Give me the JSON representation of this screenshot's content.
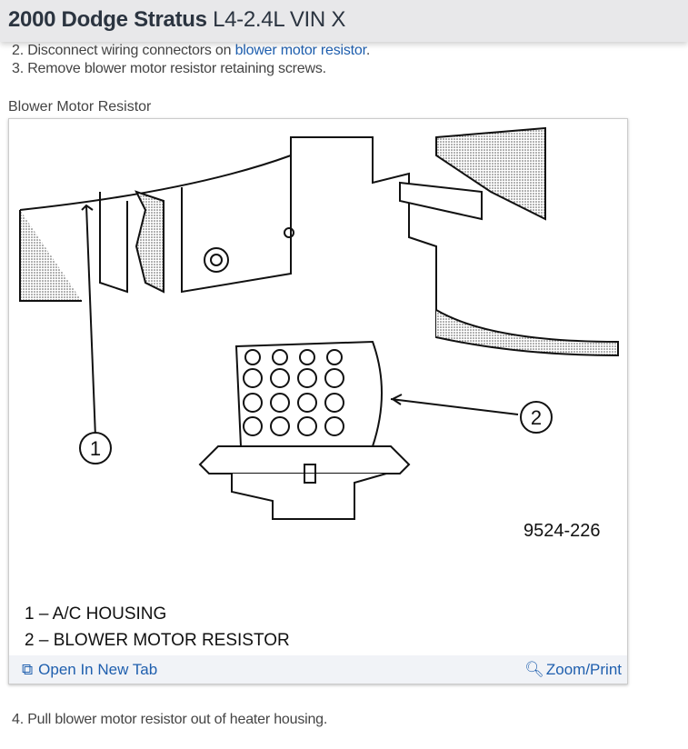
{
  "header": {
    "title_bold": "2000 Dodge Stratus",
    "title_rest": "L4-2.4L VIN X"
  },
  "steps": {
    "step2_prefix": "2. Disconnect wiring connectors on ",
    "step2_link": "blower motor resistor",
    "step2_suffix": ".",
    "step3": "3. Remove blower motor resistor retaining screws.",
    "step4": "4. Pull blower motor resistor out of heater housing."
  },
  "figure": {
    "caption": "Blower Motor Resistor",
    "callout_1": "1",
    "callout_2": "2",
    "figure_number": "9524-226",
    "legend": [
      "1 – A/C HOUSING",
      "2 – BLOWER MOTOR RESISTOR"
    ],
    "open_tab_label": "Open In New Tab",
    "zoom_print_label": "Zoom/Print",
    "link_color": "#1f5fae"
  }
}
